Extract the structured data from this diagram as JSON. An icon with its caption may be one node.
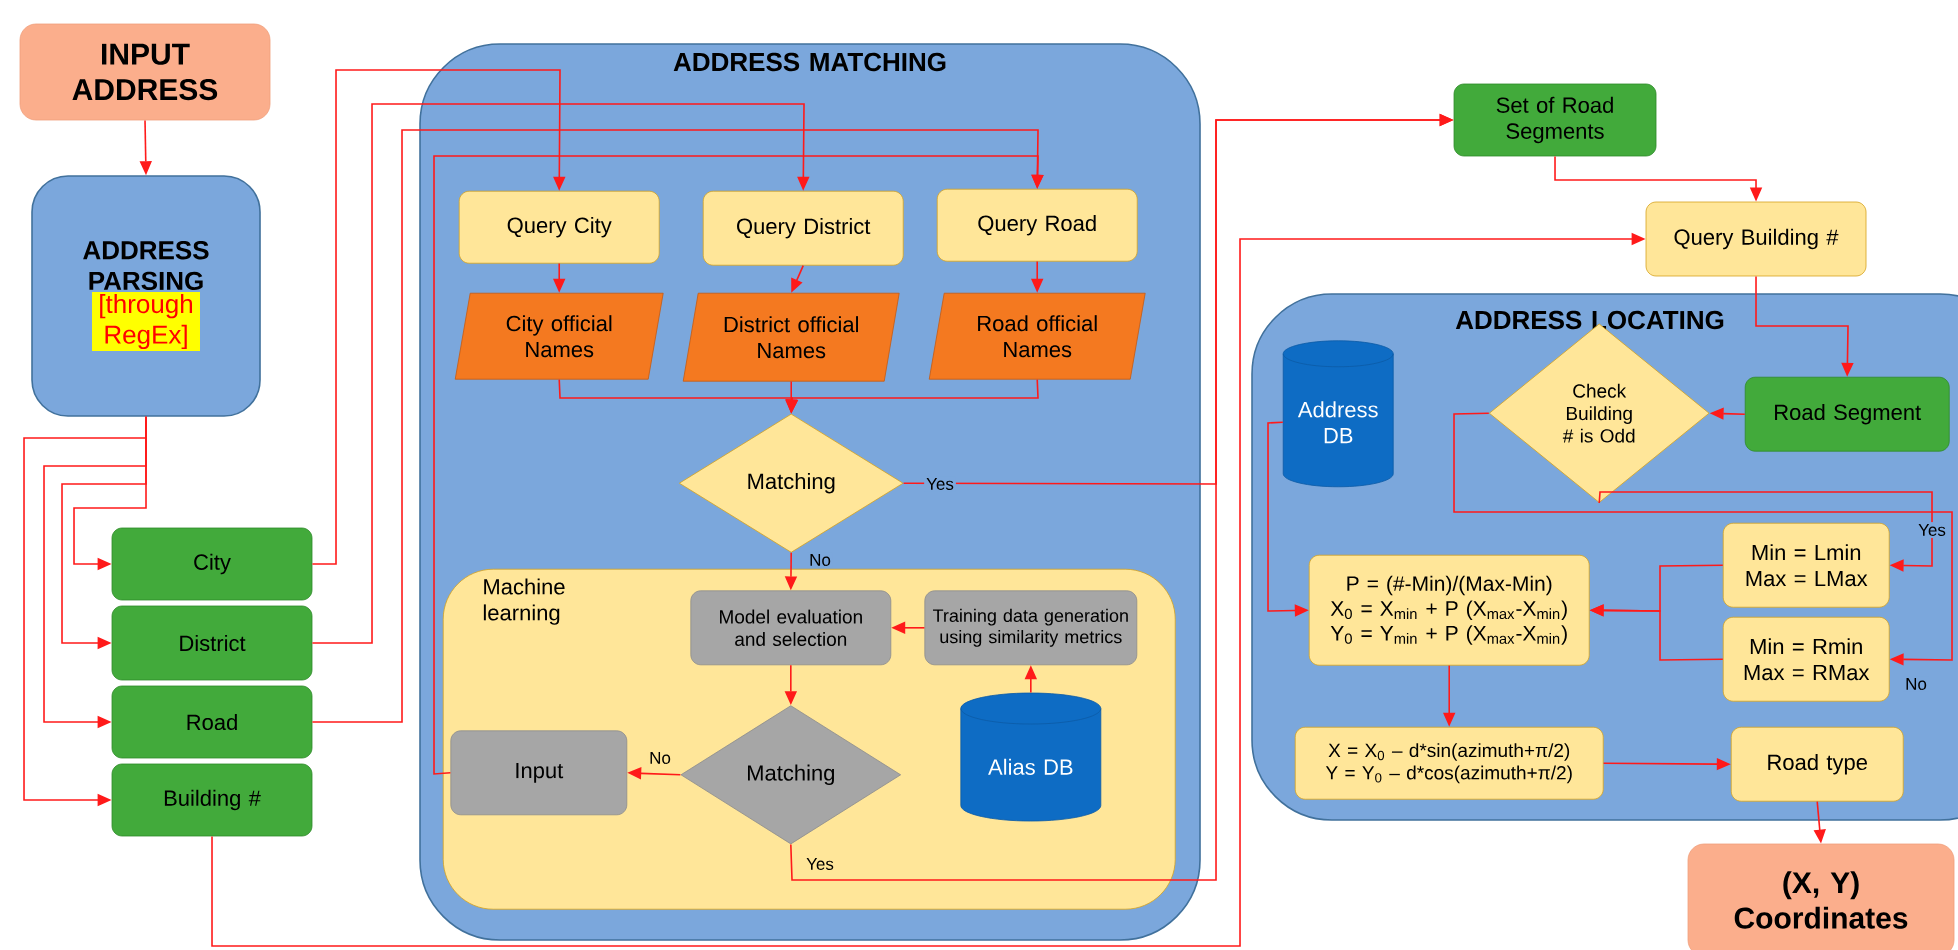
{
  "diagram": {
    "nodes": [
      {
        "text": [
          "INPUT ADDRESS"
        ]
      },
      {
        "text": [
          "ADDRESS PARSING",
          "[through RegEx]"
        ]
      },
      {
        "text": [
          "City"
        ]
      },
      {
        "text": [
          "District"
        ]
      },
      {
        "text": [
          "Road"
        ]
      },
      {
        "text": [
          "Building #"
        ]
      },
      {
        "text": [
          "ADDRESS MATCHING"
        ]
      },
      {
        "text": [
          "Query City"
        ],
        "in": 6
      },
      {
        "text": [
          "Query District"
        ],
        "in": 6
      },
      {
        "text": [
          "Query Road"
        ],
        "in": 6
      },
      {
        "text": [
          "City official Names"
        ],
        "in": 6
      },
      {
        "text": [
          "District official Names"
        ],
        "in": 6
      },
      {
        "text": [
          "Road official Names"
        ],
        "in": 6
      },
      {
        "text": [
          "Matching"
        ],
        "in": 6
      },
      {
        "text": [
          "Machine learning"
        ],
        "in": 6
      },
      {
        "text": [
          "Model evaluation and selection"
        ],
        "in": 14
      },
      {
        "text": [
          "Training data generation using similarity metrics"
        ],
        "in": 14
      },
      {
        "text": [
          "Matching"
        ],
        "in": 14
      },
      {
        "text": [
          "Input"
        ],
        "in": 14
      },
      {
        "text": [
          "Alias DB"
        ],
        "in": 14
      },
      {
        "text": [
          "Set of Road Segments"
        ]
      },
      {
        "text": [
          "Query Building #"
        ]
      },
      {
        "text": [
          "ADDRESS LOCATING"
        ]
      },
      {
        "text": [
          "Address DB"
        ],
        "in": 22
      },
      {
        "text": [
          "Check Building # is Odd"
        ],
        "in": 22
      },
      {
        "text": [
          "Road Segment"
        ],
        "in": 22
      },
      {
        "text": [
          "Min = Lmin Max = LMax"
        ],
        "in": 22
      },
      {
        "text": [
          "Min = Rmin Max = RMax"
        ],
        "in": 22
      },
      {
        "text": [
          "P = (#-Min)/(Max-Min)",
          "X$_{0}$ = X$_{min}$ + P (X$_{max}$-X$_{min}$)",
          "Y$_{0}$ = Y$_{min}$ + P (X$_{max}$-X$_{min}$)"
        ],
        "in": 22
      },
      {
        "text": [
          "X = X$_{0}$ – d*sin(azimuth+π/2)",
          "Y = Y$_{0}$ – d*cos(azimuth+π/2)"
        ],
        "in": 22
      },
      {
        "text": [
          "Road type"
        ],
        "in": 22
      },
      {
        "text": [
          "(X, Y) Coordinates"
        ]
      }
    ],
    "edges": [
      {
        "from": 0,
        "to": 1,
        "arrow": "to"
      },
      {
        "from": 1,
        "to": 2,
        "arrow": "to"
      },
      {
        "from": 1,
        "to": 3,
        "arrow": "to"
      },
      {
        "from": 1,
        "to": 4,
        "arrow": "to"
      },
      {
        "from": 1,
        "to": 5,
        "arrow": "to"
      },
      {
        "from": 2,
        "to": 7,
        "arrow": "to"
      },
      {
        "from": 3,
        "to": 8,
        "arrow": "to"
      },
      {
        "from": 4,
        "to": 9,
        "arrow": "to"
      },
      {
        "from": 18,
        "to": 9,
        "arrow": "to"
      },
      {
        "from": 7,
        "to": 10,
        "arrow": "to"
      },
      {
        "from": 8,
        "to": 11,
        "arrow": "to"
      },
      {
        "from": 9,
        "to": 12,
        "arrow": "to"
      },
      {
        "from": 10,
        "to": 13,
        "arrow": "to"
      },
      {
        "from": 11,
        "to": 13,
        "arrow": "to"
      },
      {
        "from": 12,
        "to": 13,
        "arrow": "to"
      },
      {
        "from": 13,
        "to": 20,
        "arrow": "to",
        "label": "Yes"
      },
      {
        "from": 13,
        "to": 15,
        "arrow": "to",
        "label": "No"
      },
      {
        "from": 16,
        "to": 15,
        "arrow": "to"
      },
      {
        "from": 19,
        "to": 16,
        "arrow": "to"
      },
      {
        "from": 15,
        "to": 17,
        "arrow": "to"
      },
      {
        "from": 17,
        "to": 18,
        "arrow": "to",
        "label": "No"
      },
      {
        "from": 17,
        "to": 20,
        "arrow": "to",
        "label": "Yes"
      },
      {
        "from": 5,
        "to": 21,
        "arrow": "to"
      },
      {
        "from": 20,
        "to": 21,
        "arrow": "to"
      },
      {
        "from": 21,
        "to": 25,
        "arrow": "to"
      },
      {
        "from": 25,
        "to": 24,
        "arrow": "to"
      },
      {
        "from": 24,
        "to": 26,
        "arrow": "to",
        "label": "Yes"
      },
      {
        "from": 24,
        "to": 27,
        "arrow": "to",
        "label": "No"
      },
      {
        "from": 26,
        "to": 28,
        "arrow": "to"
      },
      {
        "from": 27,
        "to": 28,
        "arrow": "to"
      },
      {
        "from": 23,
        "to": 28,
        "arrow": "to"
      },
      {
        "from": 28,
        "to": 29,
        "arrow": "to"
      },
      {
        "from": 29,
        "to": 30,
        "arrow": "to"
      },
      {
        "from": 30,
        "to": 31,
        "arrow": "to"
      }
    ]
  }
}
